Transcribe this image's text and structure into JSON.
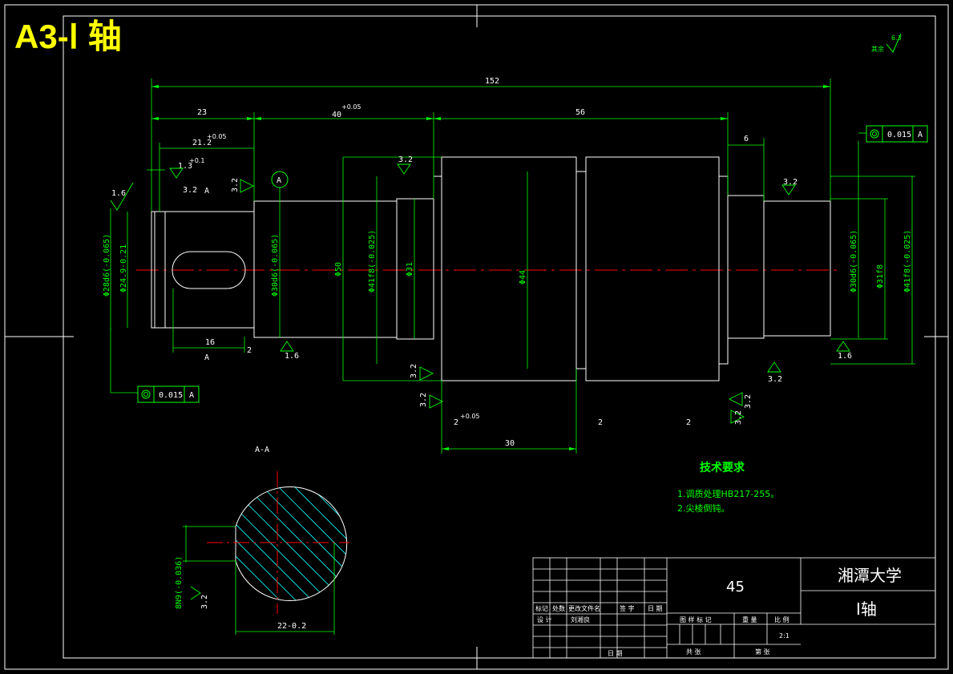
{
  "sheet": {
    "title": "A3-Ⅰ 轴",
    "roughness_other": "其余",
    "roughness_other_value": "6.3"
  },
  "dims": {
    "total_length": "152",
    "seg_23": "23",
    "seg_40": "40",
    "seg_40_tol": "+0.05",
    "seg_56": "56",
    "seg_6": "6",
    "seg_21_2": "21.2",
    "seg_21_2_tol": "+0.05",
    "seg_1_3": "1.3",
    "seg_1_3_tol": "+0.1",
    "key_16": "16",
    "key_2": "2",
    "len_30": "30",
    "groove_2a": "2",
    "groove_2b": "2",
    "groove_2c": "2",
    "groove_tol": "+0.05",
    "dia_d1": "Φ28d6(-0.065)",
    "dia_d2": "Φ24.9-0.21",
    "dia_d3": "Φ30d6(-0.065)",
    "dia_d4": "Φ50",
    "dia_d5": "Φ41f8(-0.025)",
    "dia_d6": "Φ31",
    "dia_d7": "Φ44",
    "dia_d8": "Φ30d6(-0.065)",
    "dia_d9": "Φ31f8",
    "dia_d10": "Φ41f8(-0.025)"
  },
  "roughness": {
    "r1_6_a": "1.6",
    "r1_6_b": "1.6",
    "r1_6_c": "1.6",
    "r3_2_a": "3.2",
    "r3_2_b": "3.2",
    "r3_2_c": "3.2",
    "r3_2_d": "3.2",
    "r3_2_e": "3.2",
    "r3_2_f": "3.2",
    "r3_2_g": "3.2",
    "r3_2_h": "3.2",
    "r3_2_i": "3.2"
  },
  "tolerances": {
    "runout_1": "0.015",
    "runout_1_ref": "A",
    "runout_2": "0.015",
    "runout_2_ref": "A",
    "datum": "A"
  },
  "section": {
    "label": "A-A",
    "key_width": "8N9(-0.036)",
    "key_depth": "22-0.2",
    "roughness": "3.2",
    "cut_a": "A",
    "cut_b": "A"
  },
  "tech": {
    "heading": "技术要求",
    "item1": "1.调质处理HB217-255。",
    "item2": "2.尖棱倒钝。"
  },
  "titleblock": {
    "material": "45",
    "school": "湘潭大学",
    "part_name": "Ⅰ轴",
    "h_mark": "标记",
    "h_count": "处数",
    "h_file": "更改文件名",
    "h_sign": "签 字",
    "h_date": "日 期",
    "h_design": "设 计",
    "designer": "刘湘良",
    "h_stage": "图 样 标 记",
    "h_weight": "重 量",
    "h_scale": "比 例",
    "scale": "2:1",
    "h_total": "共  张",
    "h_sheet": "第  张",
    "h_date2": "日 期"
  },
  "colors": {
    "background": "#000000",
    "outline": "#ffffff",
    "dimension": "#00ff00",
    "centerline": "#ff0000",
    "hatch": "#00ffff",
    "title": "#ffff00"
  }
}
